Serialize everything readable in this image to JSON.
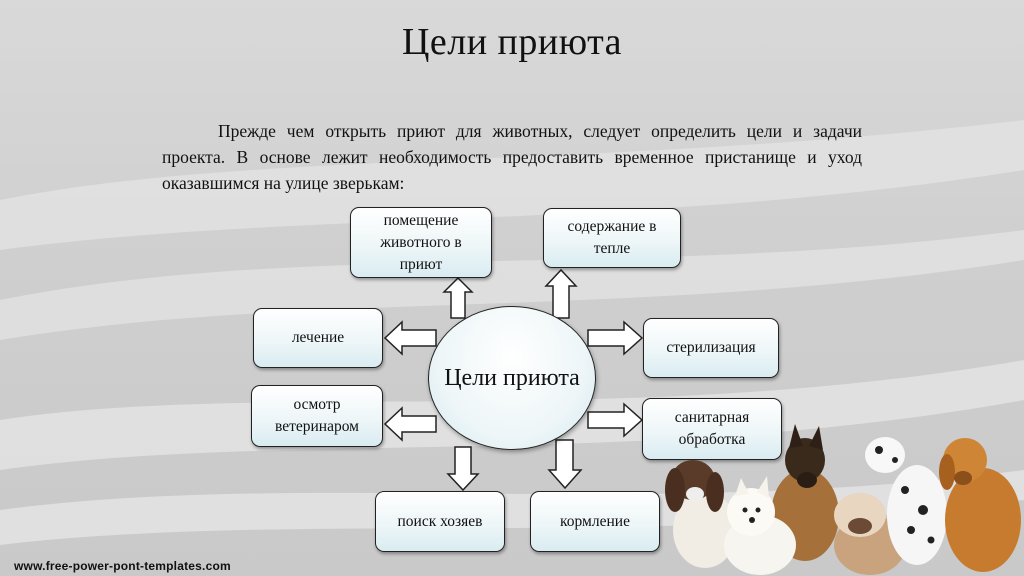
{
  "slide": {
    "title": "Цели приюта",
    "intro": "Прежде чем открыть приют для животных, следует определить цели и задачи проекта. В основе лежит необходимость предоставить временное пристанище и уход оказавшимся на улице зверькам:"
  },
  "diagram": {
    "center": "Цели приюта",
    "goals": [
      "помещение животного в приют",
      "содержание в тепле",
      "лечение",
      "стерилизация",
      "осмотр ветеринаром",
      "санитарная обработка",
      "поиск хозяев",
      "кормление"
    ]
  },
  "footer": {
    "url": "www.free-power-pont-templates.com"
  },
  "colors": {
    "box_fill": "#eef6f8",
    "border": "#222222",
    "background": "#d3d3d3"
  },
  "decor": {
    "image": "dogs-group-illustration"
  }
}
